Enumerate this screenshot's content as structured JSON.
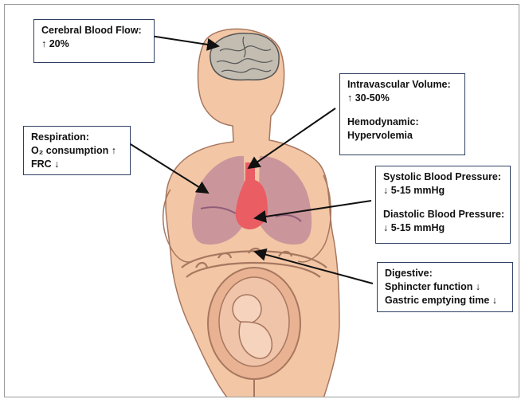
{
  "colors": {
    "skin": "#f3c7a5",
    "skin_outline": "#a77760",
    "lungs": "#c7909a",
    "heart": "#e95d63",
    "brain": "#c2bcb1",
    "box_border": "#2f3f63",
    "arrow": "#111111"
  },
  "icons": {
    "increase": "arrow-up-icon",
    "decrease": "arrow-down-icon"
  },
  "labels": {
    "cerebral": {
      "title": "Cerebral Blood Flow:",
      "value": "↑ 20%"
    },
    "intravascular": {
      "title": "Intravascular Volume:",
      "value": "↑ 30-50%",
      "hemo_title": "Hemodynamic:",
      "hemo_value": "Hypervolemia"
    },
    "respiration": {
      "title": "Respiration:",
      "o2": "O₂ consumption ↑",
      "frc": "FRC ↓"
    },
    "blood_pressure": {
      "systolic_title": "Systolic Blood Pressure:",
      "systolic_value": "↓ 5-15 mmHg",
      "diastolic_title": "Diastolic Blood Pressure:",
      "diastolic_value": "↓ 5-15 mmHg"
    },
    "digestive": {
      "title": "Digestive:",
      "sphincter": "Sphincter function ↓",
      "gastric": "Gastric emptying time ↓"
    }
  }
}
